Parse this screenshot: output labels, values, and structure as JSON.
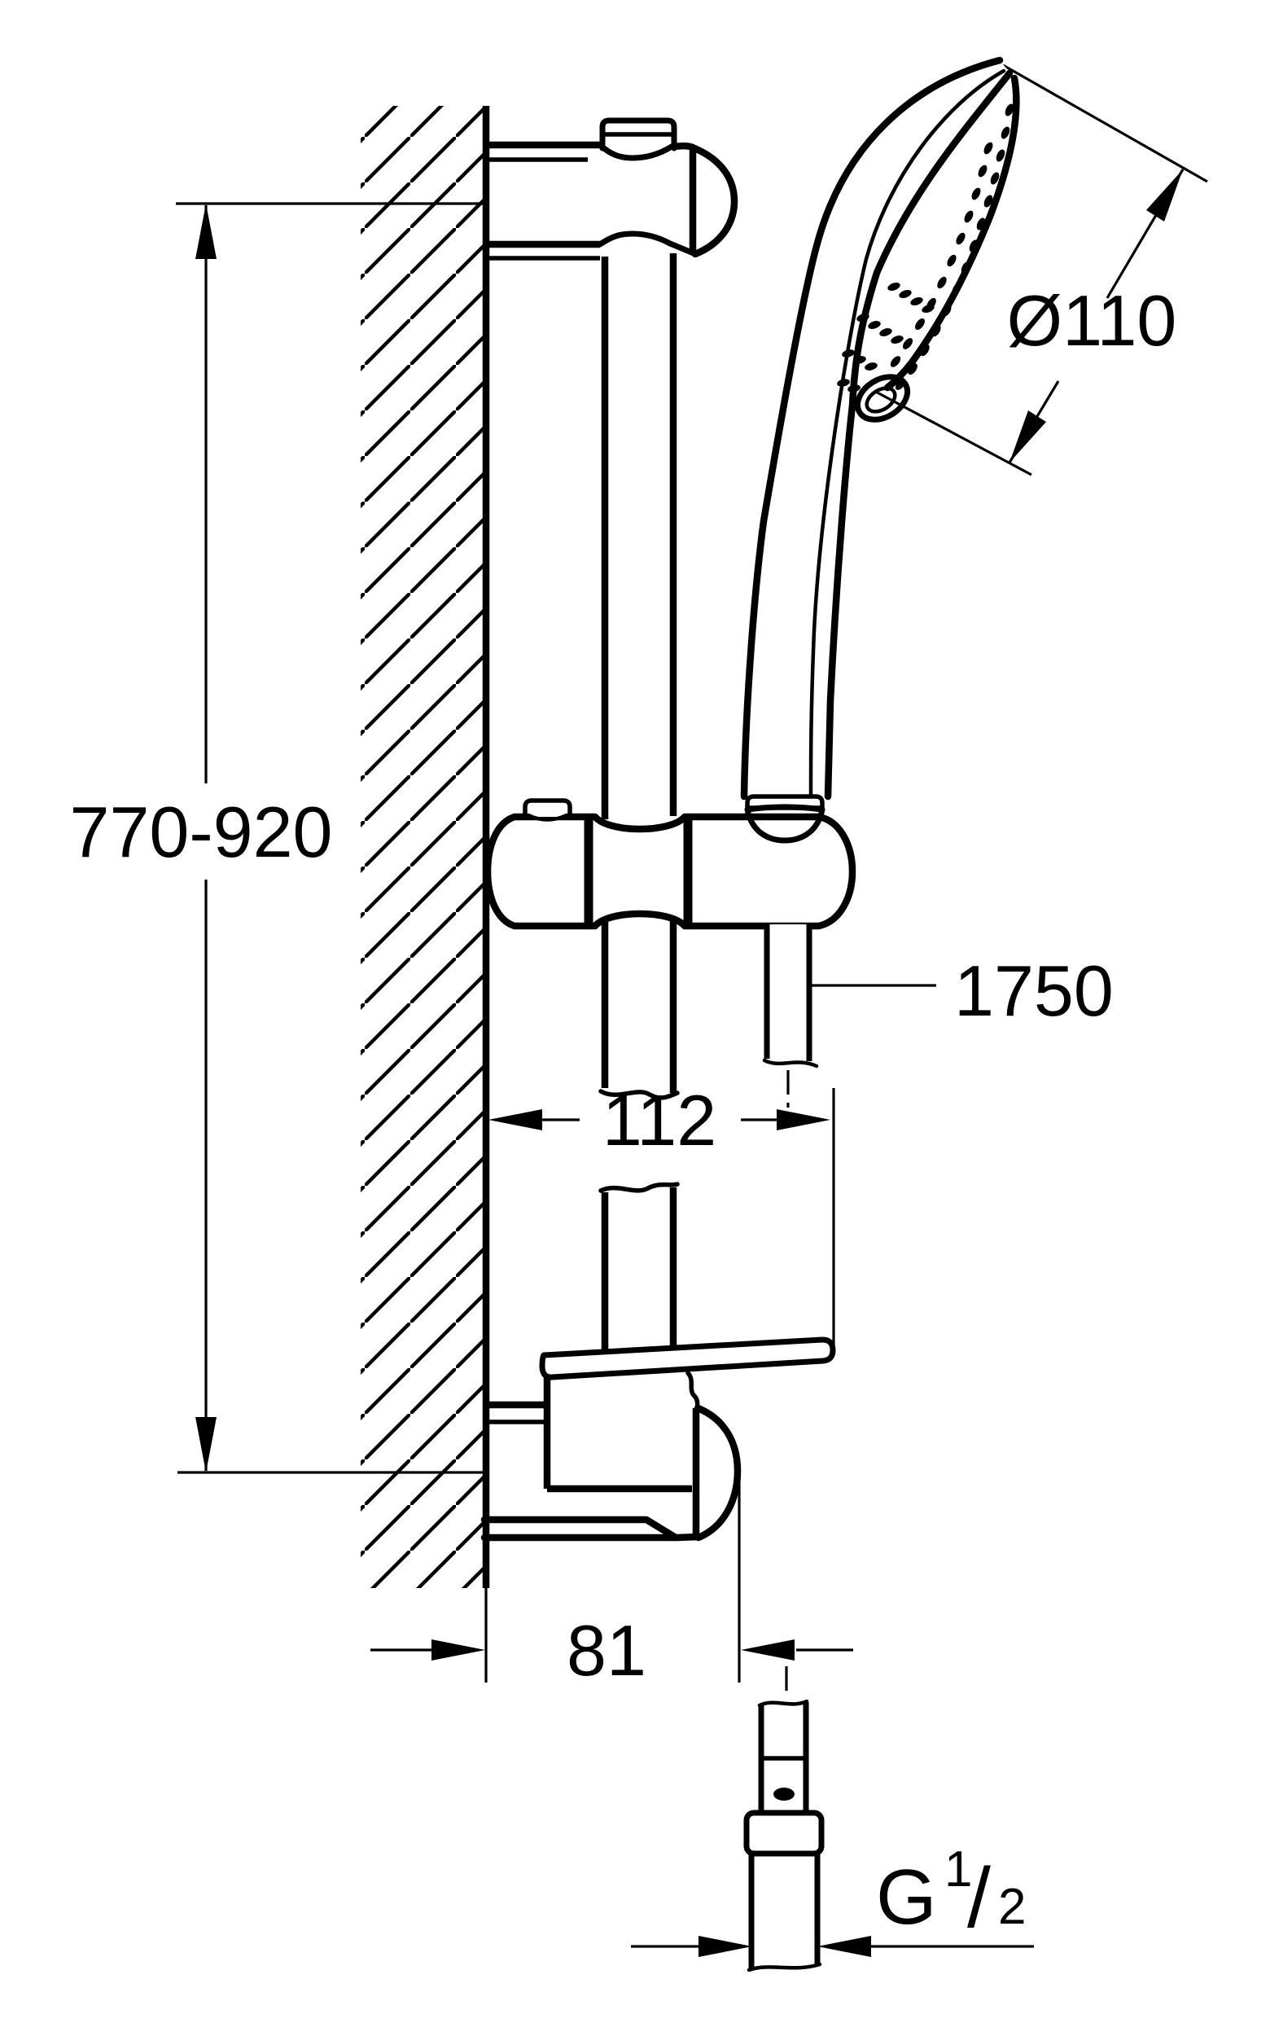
{
  "drawing": {
    "kind": "shower rail set installation dimension drawing",
    "labels": {
      "rail_height_range": "770-920",
      "head_diameter": "Ø110",
      "hose_length": "1750",
      "dish_offset": "112",
      "bracket_depth": "81",
      "thread_g": "G",
      "thread_numerator": "1",
      "thread_slash": "/",
      "thread_denominator": "2"
    },
    "colors": {
      "ink": "#000000",
      "paper": "#ffffff"
    }
  }
}
